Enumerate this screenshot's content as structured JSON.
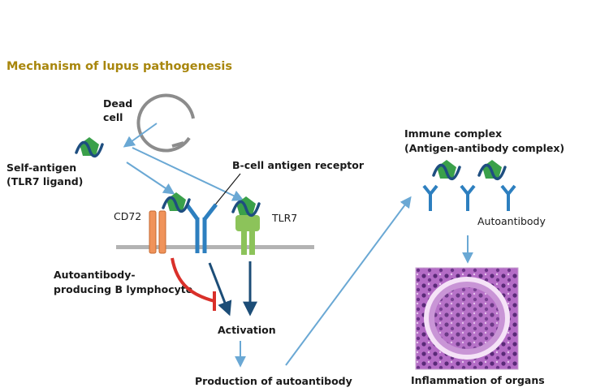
{
  "title": "Mechanism of lupus pathogenesis",
  "labels": {
    "dead_cell": [
      "Dead",
      "cell"
    ],
    "self_antigen": [
      "Self-antigen",
      "(TLR7 ligand)"
    ],
    "bcr": "B-cell antigen receptor",
    "cd72": "CD72",
    "tlr7": "TLR7",
    "b_lymphocyte": [
      "Autoantibody-",
      "producing B lymphocyte"
    ],
    "activation": "Activation",
    "production": "Production of  autoantibody",
    "immune_complex": [
      "Immune complex",
      "(Antigen-antibody complex)"
    ],
    "autoantibody": "Autoantibody",
    "inflammation": "Inflammation of organs"
  },
  "colors": {
    "title": "#a8860c",
    "arrow_blue": "#6aa8d4",
    "arrow_navy": "#1c4d77",
    "inhibit_red": "#d9302a",
    "antibody_blue": "#2d7fbf",
    "cd72_orange": "#f0935a",
    "tlr7_green": "#8cc35a",
    "antigen_green": "#3aa04a",
    "membrane_gray": "#b3b3b3",
    "dead_cell_gray": "#8c8c8c"
  },
  "icons": [
    "dead-cell-icon",
    "antigen-icon",
    "antibody-icon",
    "cd72-receptor-icon",
    "tlr7-receptor-icon",
    "tissue-image"
  ]
}
